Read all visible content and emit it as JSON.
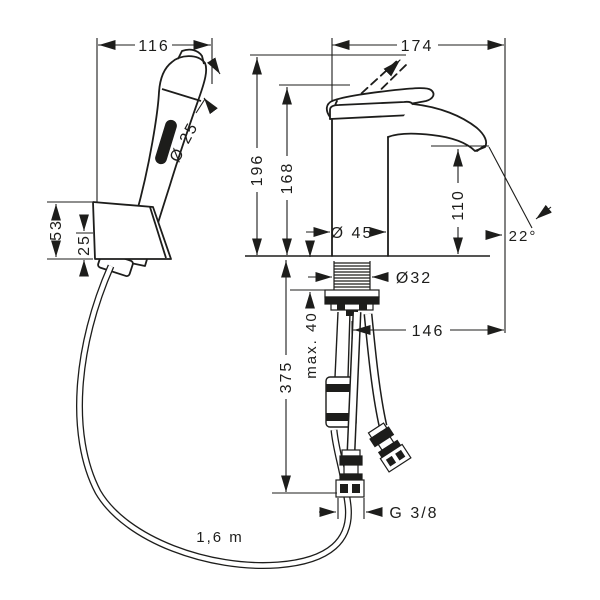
{
  "dimensions": {
    "handshower_width": "116",
    "head_diameter": "Ø 25",
    "holder_height": "53",
    "holder_lower": "25",
    "mixer_width": "174",
    "height_raised": "196",
    "height_handle": "168",
    "spout_height": "110",
    "spout_angle": "22°",
    "body_diameter": "Ø 45",
    "shank_diameter": "Ø32",
    "mounting_max": "max. 40",
    "reach": "146",
    "underdeck_length": "375",
    "thread": "G 3/8",
    "hose_length": "1,6 m"
  },
  "colors": {
    "line": "#1d1d1b",
    "background": "#ffffff"
  }
}
